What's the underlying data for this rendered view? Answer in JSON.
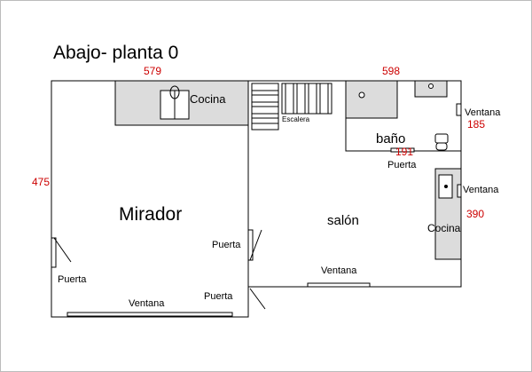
{
  "title": "Abajo- planta 0",
  "dimensions": {
    "top_left": "579",
    "top_right": "598",
    "left": "475",
    "bano_right": "185",
    "bano_bottom": "191",
    "right": "390"
  },
  "rooms": {
    "mirador": "Mirador",
    "salon": "salón",
    "bano": "baño",
    "cocina_top": "Cocina",
    "cocina_right": "Cocina",
    "escalera": "Escalera"
  },
  "labels": {
    "puerta_left": "Puerta",
    "ventana_bottom_left": "Ventana",
    "puerta_bottom_mid": "Puerta",
    "puerta_mid": "Puerta",
    "ventana_salon": "Ventana",
    "puerta_bano": "Puerta",
    "ventana_right_top": "Ventana",
    "ventana_right_mid": "Ventana"
  },
  "colors": {
    "line": "#000000",
    "fixture_fill": "#dcdcdc",
    "dimension": "#cc0000"
  }
}
